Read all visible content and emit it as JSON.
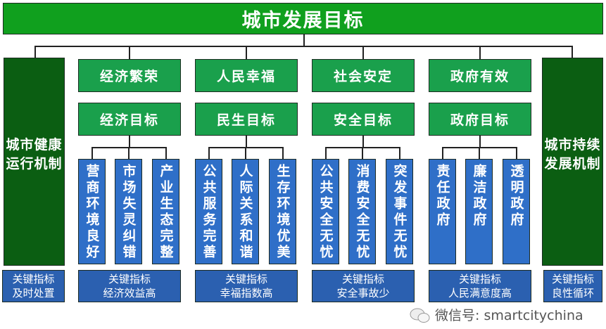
{
  "title": "城市发展目标",
  "left_mechanism": "城市健康运行机制",
  "right_mechanism": "城市持续发展机制",
  "groups": [
    {
      "aim": "经济繁荣",
      "target": "经济目标",
      "items": [
        "营商环境良好",
        "市场失灵纠错",
        "产业生态完整"
      ],
      "kpi": "关键指标\n经济效益高"
    },
    {
      "aim": "人民幸福",
      "target": "民生目标",
      "items": [
        "公共服务完善",
        "人际关系和谐",
        "生存环境优美"
      ],
      "kpi": "关键指标\n幸福指数高"
    },
    {
      "aim": "社会安定",
      "target": "安全目标",
      "items": [
        "公共安全无忧",
        "消费安全无忧",
        "突发事件无忧"
      ],
      "kpi": "关键指标\n安全事故少"
    },
    {
      "aim": "政府有效",
      "target": "政府目标",
      "items": [
        "责任政府",
        "廉洁政府",
        "透明政府"
      ],
      "kpi": "关键指标\n人民满意度高"
    }
  ],
  "left_kpi": "关键指标\n及时处置",
  "right_kpi": "关键指标\n良性循环",
  "watermark": "微信号: smartcitychina",
  "colors": {
    "title": "#10a01e",
    "goal": "#1aa04c",
    "side": "#0b5e12",
    "leaf": "#2f6fc8",
    "kpi": "#2b60b0"
  }
}
